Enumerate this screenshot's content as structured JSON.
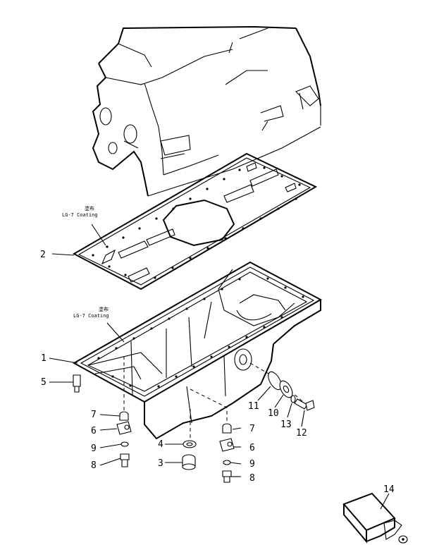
{
  "callouts": {
    "c1": "1",
    "c2": "2",
    "c3": "3",
    "c4": "4",
    "c5": "5",
    "c6a": "6",
    "c6b": "6",
    "c7a": "7",
    "c7b": "7",
    "c8a": "8",
    "c8b": "8",
    "c9a": "9",
    "c9b": "9",
    "c10": "10",
    "c11": "11",
    "c12": "12",
    "c13": "13",
    "c14": "14"
  },
  "notes": {
    "gasket_jp": "塗布",
    "gasket_coating": "LG-7 Coating",
    "pan_jp": "塗布",
    "pan_coating": "LG-7 Coating"
  }
}
